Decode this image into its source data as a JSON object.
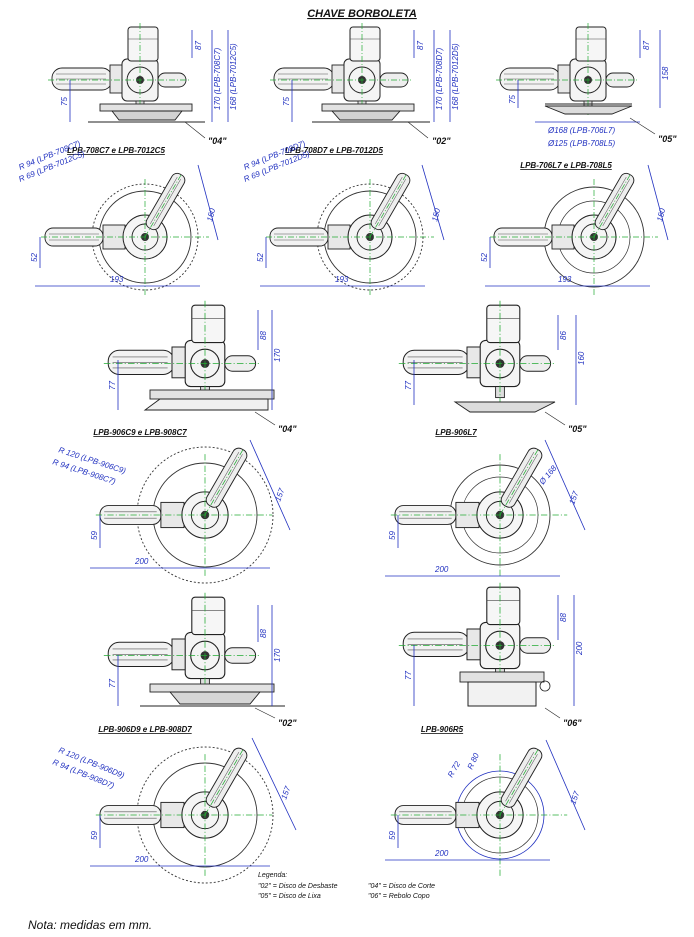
{
  "title": "CHAVE BORBOLETA",
  "top_views": [
    {
      "code": "\"04\"",
      "dims": [
        "87",
        "170 (LPB-708C7)",
        "168 (LPB-7012C5)",
        "75"
      ]
    },
    {
      "code": "\"02\"",
      "dims": [
        "87",
        "170 (LPB-708D7)",
        "168 (LPB-7012D5)",
        "75"
      ]
    },
    {
      "code": "\"05\"",
      "dims": [
        "87",
        "158",
        "75",
        "Ø168 (LPB-706L7)",
        "Ø125 (LPB-708L5)"
      ]
    }
  ],
  "plan_views_row1": [
    {
      "title": "LPB-708C7 e LPB-7012C5",
      "r_labels": [
        "R 94 (LPB-708C7)",
        "R 69 (LPB-7012C5)"
      ],
      "dims": [
        "150",
        "52",
        "193"
      ]
    },
    {
      "title": "LPB-708D7 e LPB-7012D5",
      "r_labels": [
        "R 94 (LPB-708D7)",
        "R 69 (LPB-7012D5)"
      ],
      "dims": [
        "150",
        "52",
        "193"
      ]
    },
    {
      "title": "LPB-706L7 e LPB-708L5",
      "r_labels": [],
      "dims": [
        "150",
        "52",
        "193"
      ]
    }
  ],
  "side_views_row2": [
    {
      "code": "\"04\"",
      "dims": [
        "88",
        "170",
        "77"
      ]
    },
    {
      "code": "\"05\"",
      "dims": [
        "86",
        "160",
        "77"
      ]
    }
  ],
  "plan_views_row2": [
    {
      "title": "LPB-906C9 e LPB-908C7",
      "r_labels": [
        "R 120 (LPB-906C9)",
        "R 94 (LPB-908C7)"
      ],
      "dims": [
        "157",
        "59",
        "200"
      ]
    },
    {
      "title": "LPB-906L7",
      "r_labels": [
        "Ø 168"
      ],
      "dims": [
        "157",
        "59",
        "200"
      ]
    }
  ],
  "side_views_row3": [
    {
      "code": "\"02\"",
      "dims": [
        "88",
        "170",
        "77"
      ]
    },
    {
      "code": "\"06\"",
      "dims": [
        "88",
        "200",
        "77"
      ]
    }
  ],
  "plan_views_row3": [
    {
      "title": "LPB-906D9 e LPB-908D7",
      "r_labels": [
        "R 120 (LPB-906D9)",
        "R 94 (LPB-908D7)"
      ],
      "dims": [
        "157",
        "59",
        "200"
      ]
    },
    {
      "title": "LPB-906R5",
      "r_labels": [
        "R 72",
        "R 80"
      ],
      "dims": [
        "157",
        "59",
        "200"
      ]
    }
  ],
  "legend": {
    "heading": "Legenda:",
    "items": [
      "\"02\" = Disco de Desbaste",
      "\"04\" = Disco de Corte",
      "\"05\" = Disco de Lixa",
      "\"06\" = Rebolo Copo"
    ]
  },
  "note": "Nota: medidas em mm."
}
